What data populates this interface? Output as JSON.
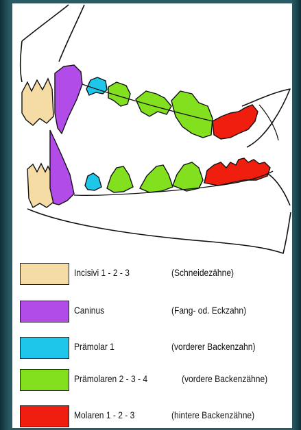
{
  "colors": {
    "incisivi": "#f5dca4",
    "caninus": "#b24ce8",
    "praemolar1": "#1ec6ea",
    "praemolaren": "#82e01e",
    "molaren": "#f01e0e",
    "outline": "#111111"
  },
  "legend": [
    {
      "name": "Incisivi 1 - 2 - 3",
      "desc": "(Schneidezähne)",
      "color": "#f5dca4"
    },
    {
      "name": "Caninus",
      "desc": "(Fang- od. Eckzahn)",
      "color": "#b24ce8"
    },
    {
      "name": "Prämolar 1",
      "desc": "(vorderer Backenzahn)",
      "color": "#1ec6ea"
    },
    {
      "name": "Prämolaren 2 - 3 - 4",
      "desc": "(vordere Backenzähne)",
      "color": "#82e01e"
    },
    {
      "name": "Molaren 1 - 2 - 3",
      "desc": "(hintere Backenzähne)",
      "color": "#f01e0e"
    }
  ]
}
